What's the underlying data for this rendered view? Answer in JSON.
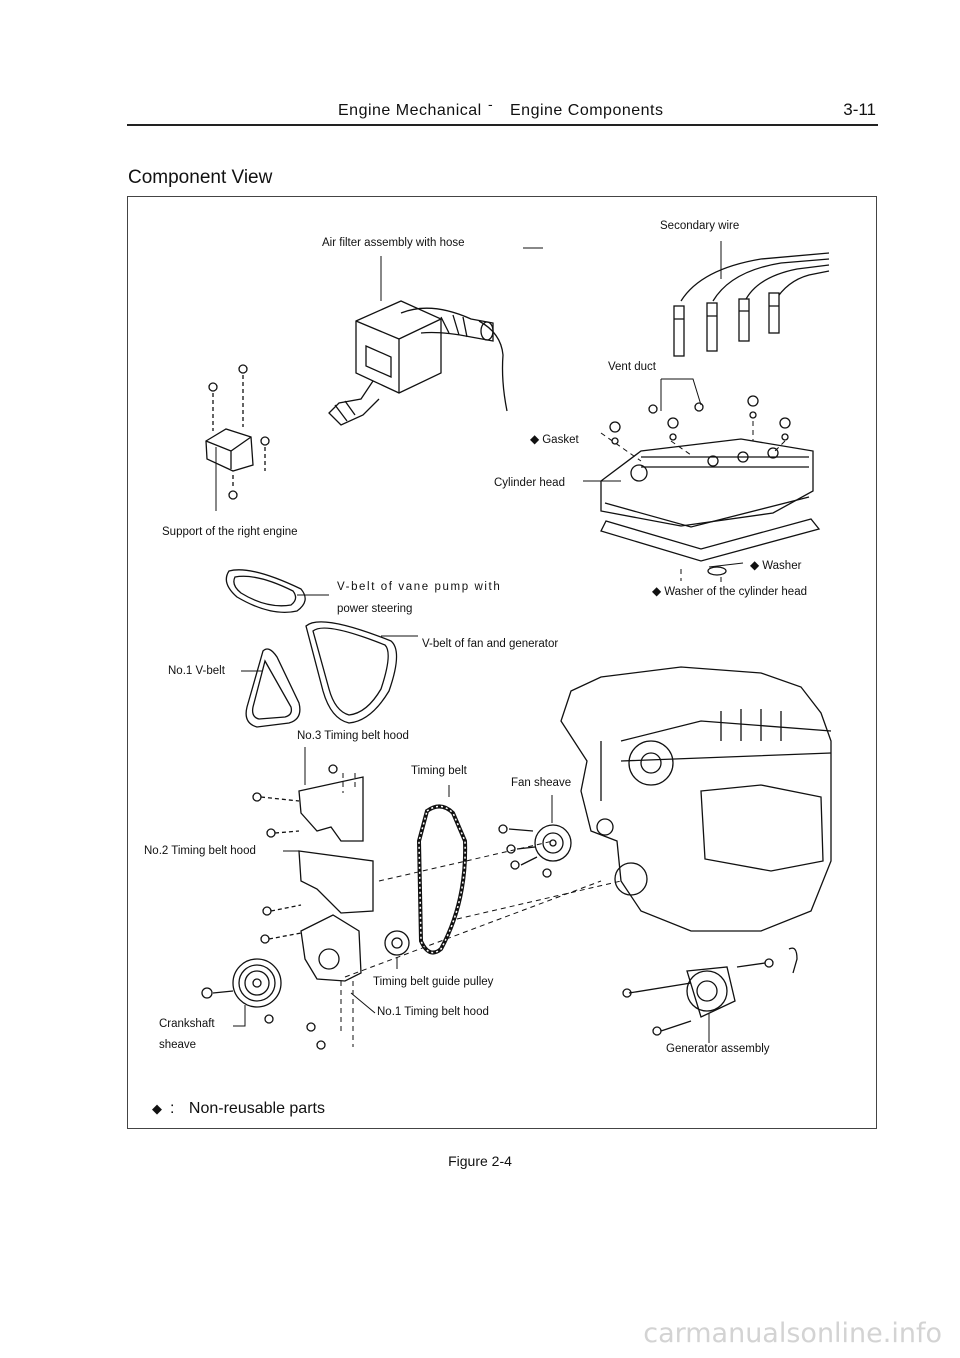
{
  "header": {
    "section": "Engine Mechanical",
    "separator": "-",
    "subsection": "Engine Components",
    "page_number": "3-11"
  },
  "section_title": "Component View",
  "labels": {
    "air_filter": "Air filter assembly with hose",
    "secondary_wire": "Secondary wire",
    "vent_duct": "Vent duct",
    "gasket": "Gasket",
    "cylinder_head": "Cylinder head",
    "support_right_engine": "Support of the right engine",
    "washer": "Washer",
    "washer_cylinder_head": "Washer of the cylinder head",
    "vbelt_vane_pump_1": "V-belt of vane pump with",
    "vbelt_vane_pump_2": "power steering",
    "vbelt_fan_generator": "V-belt of fan and generator",
    "no1_vbelt": "No.1 V-belt",
    "no3_timing_belt_hood": "No.3 Timing belt hood",
    "timing_belt": "Timing belt",
    "fan_sheave": "Fan sheave",
    "no2_timing_belt_hood": "No.2 Timing belt hood",
    "timing_belt_guide_pulley": "Timing belt guide pulley",
    "no1_timing_belt_hood": "No.1 Timing belt hood",
    "crankshaft_1": "Crankshaft",
    "crankshaft_2": "sheave",
    "generator_assembly": "Generator assembly"
  },
  "legend": {
    "symbol": "◆",
    "colon": ":",
    "text": "Non-reusable parts"
  },
  "caption": "Figure 2-4",
  "watermark": "carmanualsonline.info",
  "colors": {
    "ink": "#111111",
    "frame": "#444444",
    "watermark": "#d3d3d3"
  }
}
